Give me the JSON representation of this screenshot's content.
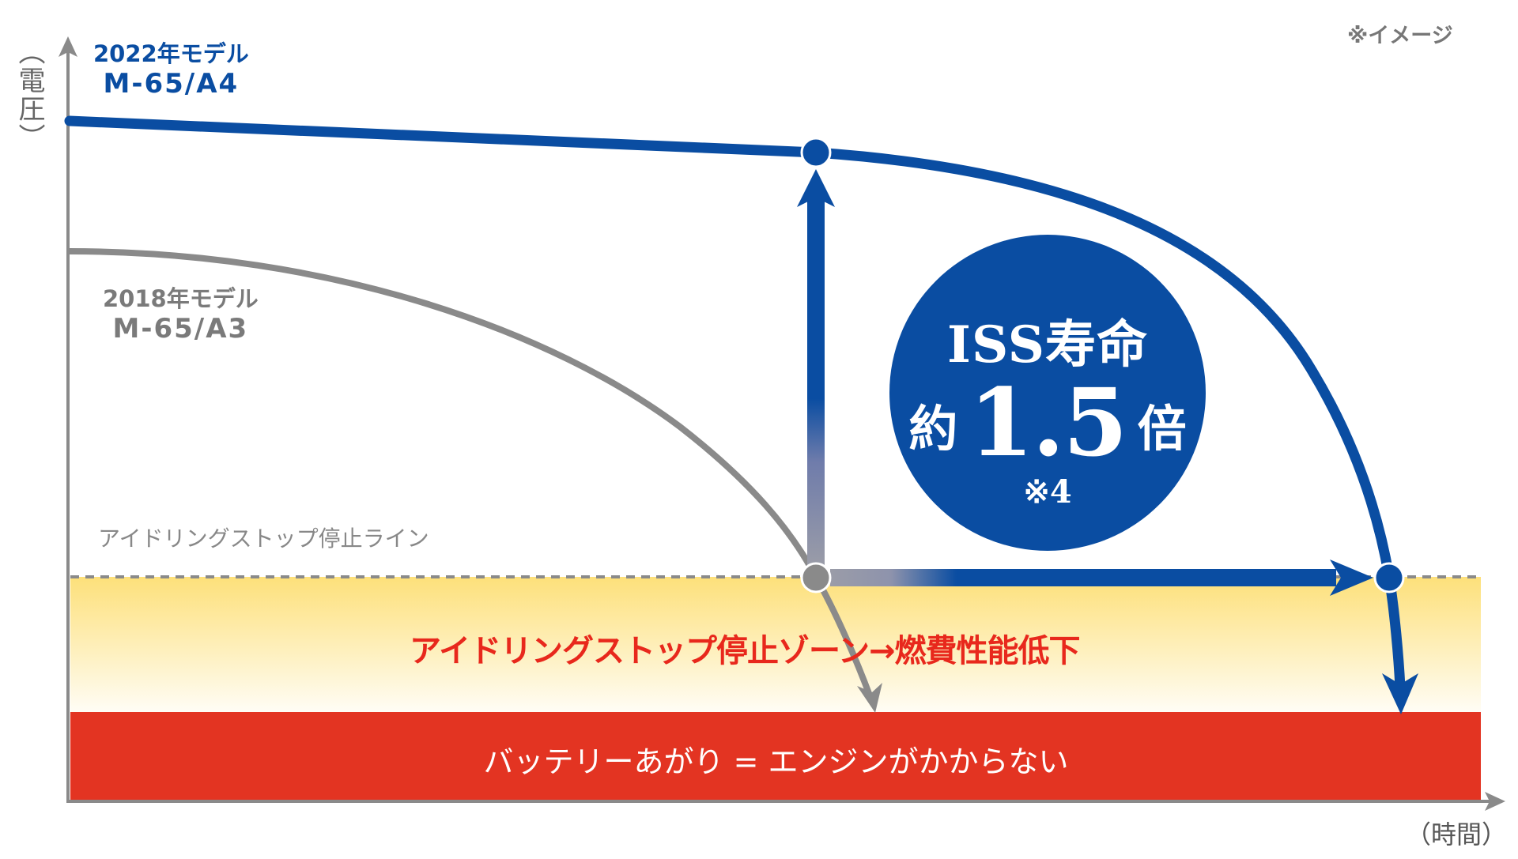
{
  "chart_data": {
    "type": "line",
    "title": "",
    "note": "※イメージ",
    "xlabel": "（時間）",
    "ylabel": "（電圧）",
    "axes": {
      "x_ticks": [],
      "y_ticks": [],
      "grid": false
    },
    "series": [
      {
        "name": "2022年モデル M-65/A4",
        "color": "#0A4DA2",
        "description": "High voltage maintained long, then drops steeply; crosses idling-stop line at ~1.5x the time of the 2018 model",
        "x": [
          0,
          0.25,
          0.5,
          0.6,
          0.7,
          0.8,
          0.9,
          0.95,
          0.98
        ],
        "y": [
          0.93,
          0.91,
          0.88,
          0.85,
          0.78,
          0.64,
          0.41,
          0.22,
          0.09
        ]
      },
      {
        "name": "2018年モデル M-65/A3",
        "color": "#888888",
        "description": "Lower starting voltage, declines steadily and crosses idling-stop line earlier",
        "x": [
          0,
          0.15,
          0.3,
          0.45,
          0.55,
          0.6,
          0.65
        ],
        "y": [
          0.76,
          0.72,
          0.63,
          0.48,
          0.33,
          0.22,
          0.09
        ]
      }
    ],
    "reference_lines": [
      {
        "label": "アイドリングストップ停止ライン",
        "y": 0.22,
        "style": "dashed"
      }
    ],
    "zones": [
      {
        "label": "アイドリングストップ停止ゾーン→燃費性能低下",
        "y_range": [
          0.09,
          0.22
        ],
        "color": "#FDE58A"
      },
      {
        "label": "バッテリーあがり = エンジンがかからない",
        "y_range": [
          0,
          0.09
        ],
        "color": "#E33422"
      }
    ],
    "annotations": [
      {
        "text": "ISS寿命 約1.5倍 ※4",
        "type": "badge",
        "color": "#0A4DA2"
      }
    ],
    "legend_position": "inline-labels"
  },
  "labels": {
    "note": "※イメージ",
    "ylabel": "（電圧）",
    "xlabel": "（時間）",
    "new_model_year": "2022年モデル",
    "new_model_name": "M-65/A4",
    "old_model_year": "2018年モデル",
    "old_model_name": "M-65/A3",
    "stop_line": "アイドリングストップ停止ライン",
    "stop_zone": "アイドリングストップ停止ゾーン→燃費性能低下",
    "dead_zone": "バッテリーあがり = エンジンがかからない"
  },
  "badge": {
    "line1": "ISS寿命",
    "prefix": "約",
    "value": "1.5",
    "suffix": "倍",
    "footnote": "※4"
  },
  "colors": {
    "blue": "#0A4DA2",
    "gray": "#888888",
    "red": "#E33422",
    "yellow": "#FDE58A"
  }
}
